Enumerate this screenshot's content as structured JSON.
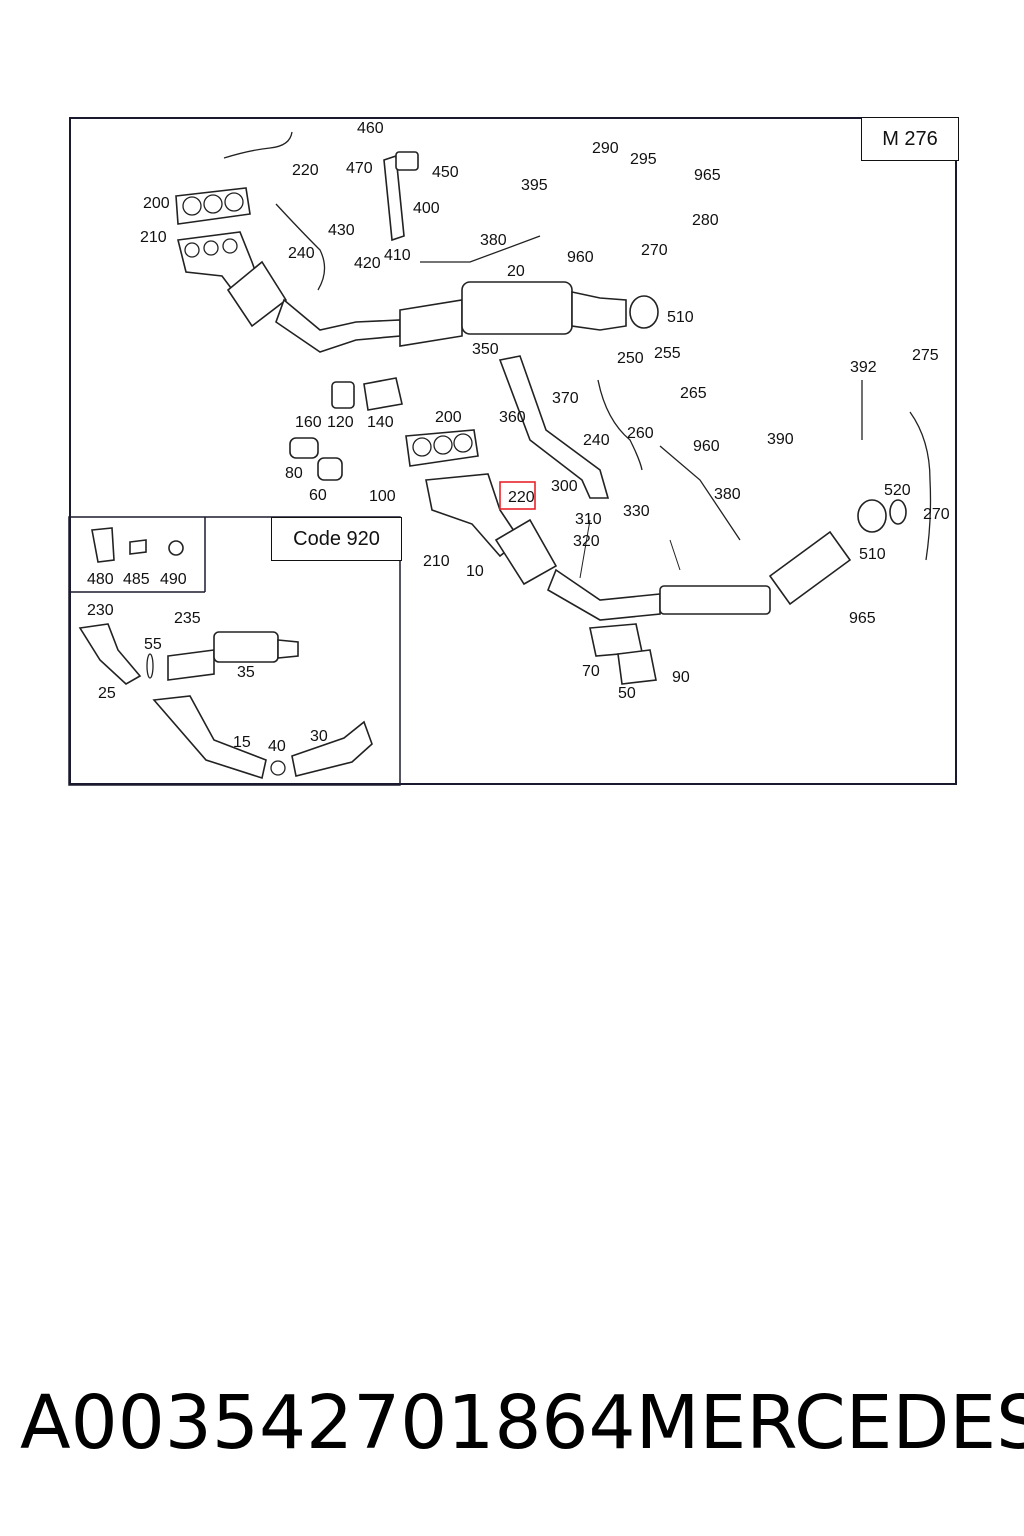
{
  "diagram": {
    "engine_code": "M 276",
    "option_code": "Code 920",
    "highlight": {
      "label": "220",
      "color": "#e8242b"
    },
    "parts": [
      {
        "id": "p460",
        "label": "460"
      },
      {
        "id": "p470",
        "label": "470"
      },
      {
        "id": "p450",
        "label": "450"
      },
      {
        "id": "p220a",
        "label": "220"
      },
      {
        "id": "p200a",
        "label": "200"
      },
      {
        "id": "p210a",
        "label": "210"
      },
      {
        "id": "p240a",
        "label": "240"
      },
      {
        "id": "p430",
        "label": "430"
      },
      {
        "id": "p420",
        "label": "420"
      },
      {
        "id": "p400",
        "label": "400"
      },
      {
        "id": "p410",
        "label": "410"
      },
      {
        "id": "p395",
        "label": "395"
      },
      {
        "id": "p380a",
        "label": "380"
      },
      {
        "id": "p290",
        "label": "290"
      },
      {
        "id": "p295",
        "label": "295"
      },
      {
        "id": "p965a",
        "label": "965"
      },
      {
        "id": "p280",
        "label": "280"
      },
      {
        "id": "p270a",
        "label": "270"
      },
      {
        "id": "p960a",
        "label": "960"
      },
      {
        "id": "p20",
        "label": "20"
      },
      {
        "id": "p510a",
        "label": "510"
      },
      {
        "id": "p350",
        "label": "350"
      },
      {
        "id": "p250",
        "label": "250"
      },
      {
        "id": "p255",
        "label": "255"
      },
      {
        "id": "p392",
        "label": "392"
      },
      {
        "id": "p275",
        "label": "275"
      },
      {
        "id": "p370",
        "label": "370"
      },
      {
        "id": "p265",
        "label": "265"
      },
      {
        "id": "p360",
        "label": "360"
      },
      {
        "id": "p260",
        "label": "260"
      },
      {
        "id": "p240b",
        "label": "240"
      },
      {
        "id": "p960b",
        "label": "960"
      },
      {
        "id": "p390",
        "label": "390"
      },
      {
        "id": "p160",
        "label": "160"
      },
      {
        "id": "p120",
        "label": "120"
      },
      {
        "id": "p140",
        "label": "140"
      },
      {
        "id": "p200b",
        "label": "200"
      },
      {
        "id": "p80",
        "label": "80"
      },
      {
        "id": "p60",
        "label": "60"
      },
      {
        "id": "p100",
        "label": "100"
      },
      {
        "id": "p300",
        "label": "300"
      },
      {
        "id": "p380b",
        "label": "380"
      },
      {
        "id": "p520",
        "label": "520"
      },
      {
        "id": "p270b",
        "label": "270"
      },
      {
        "id": "p310",
        "label": "310"
      },
      {
        "id": "p330",
        "label": "330"
      },
      {
        "id": "p320",
        "label": "320"
      },
      {
        "id": "p210b",
        "label": "210"
      },
      {
        "id": "p10",
        "label": "10"
      },
      {
        "id": "p510b",
        "label": "510"
      },
      {
        "id": "p965b",
        "label": "965"
      },
      {
        "id": "p70",
        "label": "70"
      },
      {
        "id": "p90",
        "label": "90"
      },
      {
        "id": "p50",
        "label": "50"
      }
    ],
    "inset_parts": [
      {
        "id": "i480",
        "label": "480"
      },
      {
        "id": "i485",
        "label": "485"
      },
      {
        "id": "i490",
        "label": "490"
      },
      {
        "id": "i230",
        "label": "230"
      },
      {
        "id": "i235",
        "label": "235"
      },
      {
        "id": "i55",
        "label": "55"
      },
      {
        "id": "i35",
        "label": "35"
      },
      {
        "id": "i25",
        "label": "25"
      },
      {
        "id": "i15",
        "label": "15"
      },
      {
        "id": "i40",
        "label": "40"
      },
      {
        "id": "i30",
        "label": "30"
      }
    ]
  },
  "caption": {
    "part_number": "A003542701864",
    "brand": "MERCEDES"
  }
}
